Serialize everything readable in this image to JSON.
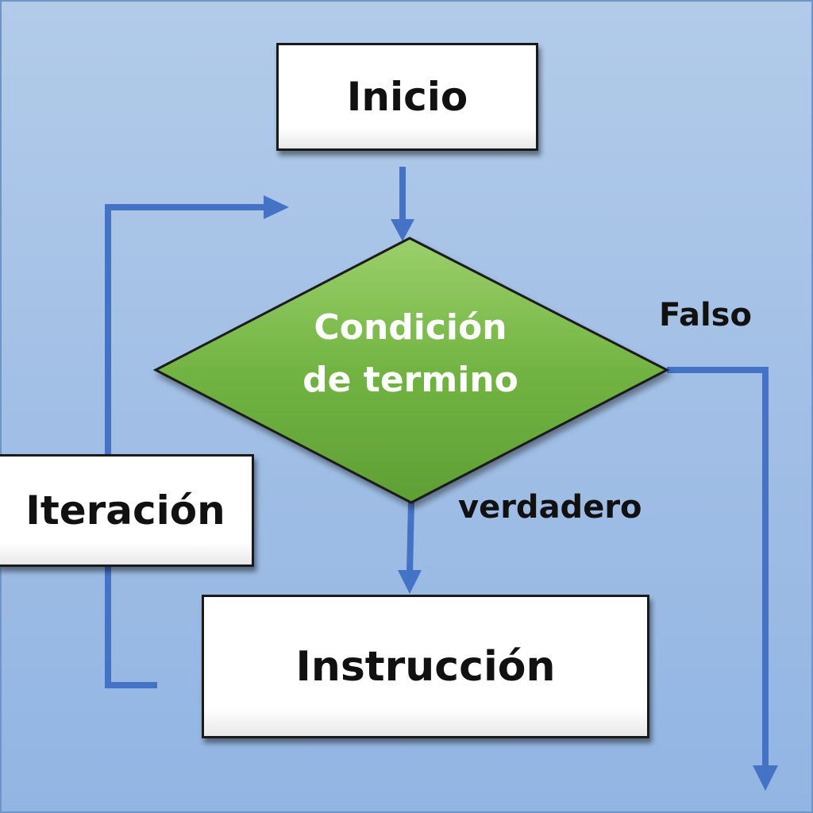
{
  "diagram": {
    "start_label": "Inicio",
    "condition_line1": "Condición",
    "condition_line2": "de termino",
    "false_label": "Falso",
    "true_label": "verdadero",
    "instruction_label": "Instrucción",
    "iteration_label": "Iteración"
  },
  "colors": {
    "background": "#a3c0e6",
    "arrow": "#4472c4",
    "diamond_fill": "#6aab3e",
    "box_fill": "#ffffff",
    "outline": "#1a1a1a"
  }
}
